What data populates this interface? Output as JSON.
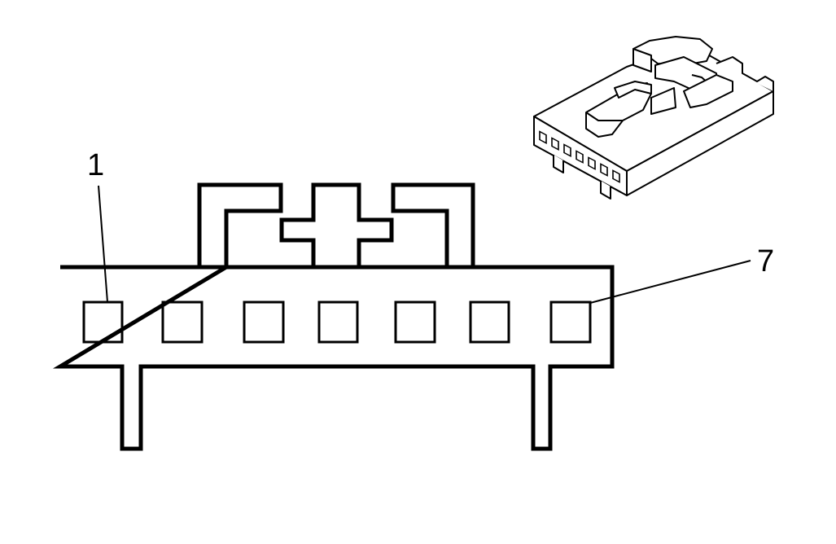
{
  "labels": {
    "first_pin": "1",
    "last_pin": "7"
  },
  "connector": {
    "pin_count": 7
  },
  "colors": {
    "line": "#000000",
    "background": "#ffffff"
  }
}
